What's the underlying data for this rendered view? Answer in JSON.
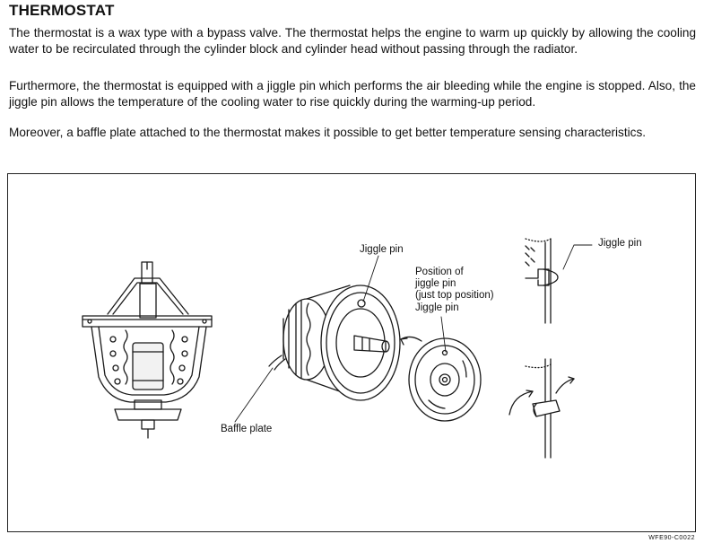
{
  "heading": "THERMOSTAT",
  "paragraphs": [
    "The thermostat is a wax type with a bypass valve. The thermostat helps the engine to warm up quickly by allowing the cooling water to be recirculated through the cylinder block and cylinder head without passing through the radiator.",
    "Furthermore, the thermostat is equipped with a jiggle pin which performs the air bleeding while the engine is stopped. Also, the jiggle pin allows the temperature of the cooling water to rise quickly during the warming-up period.",
    "Moreover, a baffle plate attached to the thermostat makes it possible to get better temperature sensing characteristics."
  ],
  "figure": {
    "labels": {
      "jiggle_pin_top": "Jiggle pin",
      "position_line1": "Position of",
      "position_line2": "jiggle pin",
      "position_line3": "(just top position)",
      "jiggle_pin_mid": "Jiggle pin",
      "baffle_plate": "Baffle plate",
      "jiggle_pin_right": "Jiggle pin"
    },
    "code": "WFE90-C0022"
  }
}
